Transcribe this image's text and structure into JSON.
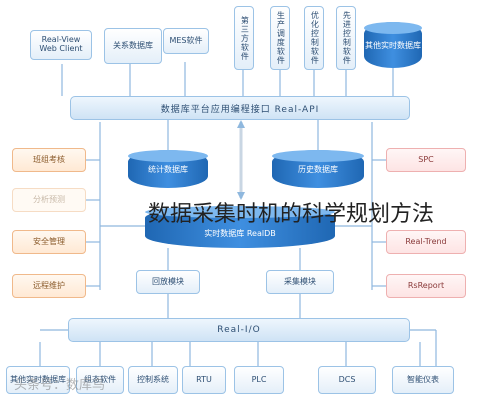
{
  "overlay_title": "数据采集时机的科学规划方法",
  "watermark": "头条号：数库鸟",
  "api_bar": "数据库平台应用编程接口 Real-API",
  "io_bar": "Real-I/O",
  "top_boxes": {
    "web_client": "Real-View\nWeb Client",
    "relational_db": "关系数据库",
    "mes": "MES软件",
    "v1": "第三方软件",
    "v2": "生产调度软件",
    "v3": "优化控制软件",
    "v4": "先进控制软件",
    "other_db": "其他实时数据库"
  },
  "left_boxes": [
    "班组考核",
    "分析预测",
    "安全管理",
    "远程维护"
  ],
  "right_boxes": [
    "SPC",
    "Real-Trend",
    "RsReport"
  ],
  "center": {
    "stats_db": "统计数据库",
    "history_db": "历史数据库",
    "realtime_db": "实时数据库 RealDB",
    "backfill": "回放模块",
    "collect": "采集模块"
  },
  "bottom_boxes": [
    "其他实时数据库",
    "组态软件",
    "控制系统",
    "RTU",
    "PLC",
    "DCS",
    "智能仪表"
  ]
}
